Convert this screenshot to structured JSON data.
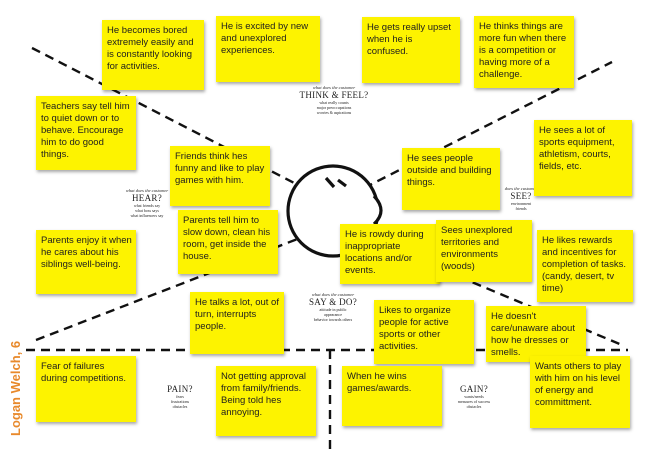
{
  "persona": "Logan Welch, 6",
  "colors": {
    "sticky": "#fdf300",
    "persona": "#e8892b",
    "lines": "#111111"
  },
  "zones": {
    "think": {
      "question": "what does the customer",
      "title": "THINK & FEEL?",
      "sub": [
        "what really counts",
        "major preoccupations",
        "worries & aspirations"
      ]
    },
    "hear": {
      "question": "what does the customer",
      "title": "HEAR?",
      "sub": [
        "what friends say",
        "what boss says",
        "what influencers say"
      ]
    },
    "see": {
      "question": "does the customer",
      "title": "SEE?",
      "sub": [
        "environment",
        "friends"
      ]
    },
    "say": {
      "question": "what does the customer",
      "title": "SAY & DO?",
      "sub": [
        "attitude in public",
        "appearance",
        "behavior towards others"
      ]
    },
    "pain": {
      "title": "PAIN?",
      "sub": [
        "fears",
        "frustrations",
        "obstacles"
      ]
    },
    "gain": {
      "title": "GAIN?",
      "sub": [
        "wants/needs",
        "measures of success",
        "obstacles"
      ]
    }
  },
  "notes": [
    "He becomes bored extremely easily and is constantly looking for activities.",
    "He is excited by new and unexplored experiences.",
    "He gets really upset when he is confused.",
    "He thinks things are more fun when there is a competition or having more of a challenge.",
    "Teachers say tell him to quiet down or to behave. Encourage him to do good things.",
    "Friends think hes funny and like to play games with him.",
    "He sees people outside and building things.",
    "He sees a lot of sports equipment, athletism, courts, fields, etc.",
    "Parents tell him to slow down, clean his room, get inside the house.",
    "He is rowdy during inappropriate locations and/or events.",
    "Sees unexplored territories and environments (woods)",
    "He likes rewards and incentives for completion of tasks. (candy, desert, tv time)",
    "Parents enjoy it when he cares about his siblings well-being.",
    "He talks a lot, out of turn, interrupts people.",
    "Likes to organize people for active sports or other activities.",
    "He doesn't care/unaware about how he dresses or smells.",
    "Fear of failures during competitions.",
    "Not getting approval from family/friends. Being told hes annoying.",
    "When he wins games/awards.",
    "Wants others to play with him on his level of energy and committment."
  ]
}
